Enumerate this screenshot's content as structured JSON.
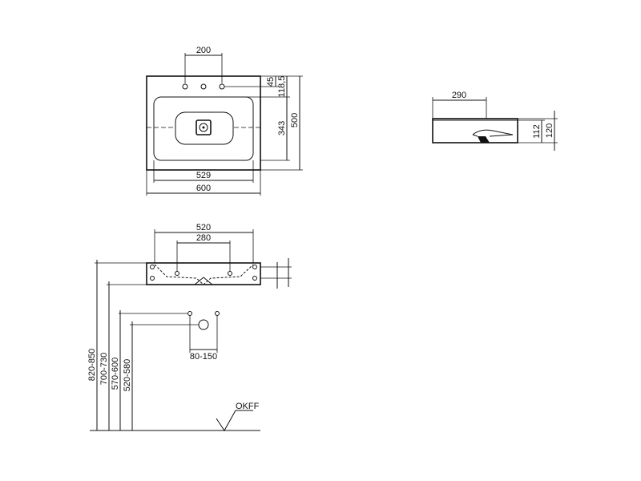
{
  "top_view": {
    "dim_hole_spacing": "200",
    "dim_hole_offset": "45",
    "dim_hole_center": "118,5",
    "dim_basin_depth": "343",
    "dim_total_depth": "500",
    "dim_basin_width": "529",
    "dim_total_width": "600"
  },
  "side_view": {
    "dim_basin_length": "290",
    "dim_inner_height": "112",
    "dim_total_height": "120"
  },
  "front_view": {
    "dim_bracket_outer": "520",
    "dim_bracket_inner": "280",
    "dim_tap_spacing": "80-150",
    "height_1": "820-850",
    "height_2": "700-730",
    "height_3": "570-600",
    "height_4": "520-580",
    "floor_label": "OKFF"
  }
}
